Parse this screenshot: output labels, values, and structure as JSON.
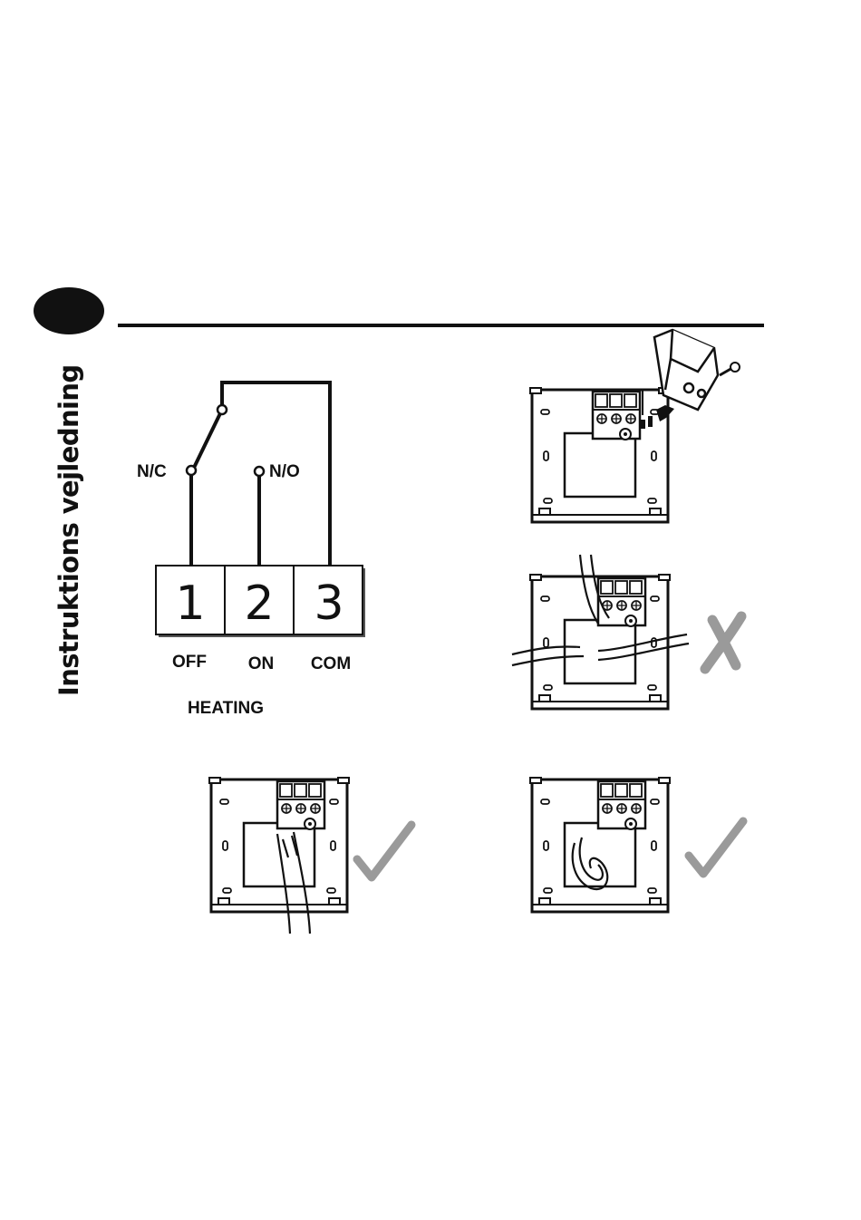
{
  "side_title": "Instruktions vejledning",
  "terminal_diagram": {
    "contact_labels": {
      "nc": "N/C",
      "no": "N/O"
    },
    "terminals": [
      {
        "number": "1",
        "function": "OFF"
      },
      {
        "number": "2",
        "function": "ON"
      },
      {
        "number": "3",
        "function": "COM"
      }
    ],
    "caption": "HEATING"
  },
  "colors": {
    "ink": "#111111",
    "mark_gray": "#9a9a9a"
  },
  "icons": {
    "correct": "check-mark-icon",
    "incorrect": "cross-mark-icon",
    "terminal_block": "terminal-block-icon",
    "screw": "screw-icon",
    "arrow": "insert-arrow-icon"
  }
}
